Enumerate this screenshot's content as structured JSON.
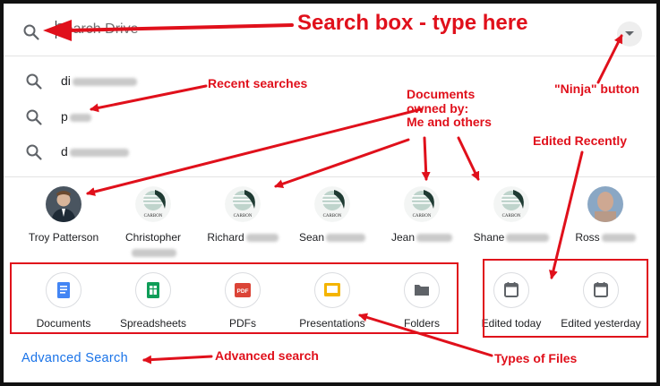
{
  "search": {
    "placeholder": "Search Drive"
  },
  "recent_searches": [
    {
      "prefix": "di",
      "blur_width": 72
    },
    {
      "prefix": "p",
      "blur_width": 24
    },
    {
      "prefix": "d",
      "blur_width": 66
    }
  ],
  "people": [
    {
      "name": "Troy Patterson",
      "name2": "",
      "avatar": "photo-man"
    },
    {
      "name": "Christopher",
      "name2": "blurred",
      "avatar": "carbon-logo"
    },
    {
      "name": "Richard",
      "name2": "",
      "avatar": "carbon-logo"
    },
    {
      "name": "Sean",
      "name2": "",
      "avatar": "carbon-logo"
    },
    {
      "name": "Jean",
      "name2": "",
      "avatar": "carbon-logo"
    },
    {
      "name": "Shane",
      "name2": "",
      "avatar": "carbon-logo"
    },
    {
      "name": "Ross",
      "name2": "",
      "avatar": "photo-blurred"
    }
  ],
  "file_types": [
    {
      "label": "Documents",
      "icon": "docs-icon",
      "color": "#4285f4"
    },
    {
      "label": "Spreadsheets",
      "icon": "sheets-icon",
      "color": "#0f9d58"
    },
    {
      "label": "PDFs",
      "icon": "pdf-icon",
      "color": "#db4437"
    },
    {
      "label": "Presentations",
      "icon": "slides-icon",
      "color": "#f4b400"
    },
    {
      "label": "Folders",
      "icon": "folder-icon",
      "color": "#5f6368"
    },
    {
      "label": "Edited today",
      "icon": "calendar-icon",
      "color": "#5f6368"
    },
    {
      "label": "Edited yesterday",
      "icon": "calendar-icon",
      "color": "#5f6368"
    }
  ],
  "advanced_search": "Advanced Search",
  "carbon_logo_text": "CARBON",
  "annotations": {
    "search_box": "Search box - type here",
    "recent": "Recent searches",
    "docs_owned_1": "Documents",
    "docs_owned_2": "owned by:",
    "docs_owned_3": "Me and others",
    "ninja": "\"Ninja\" button",
    "edited_recently": "Edited Recently",
    "advanced": "Advanced search",
    "types": "Types of Files"
  },
  "colors": {
    "accent": "#1a73e8",
    "annotation": "#e0101b"
  }
}
